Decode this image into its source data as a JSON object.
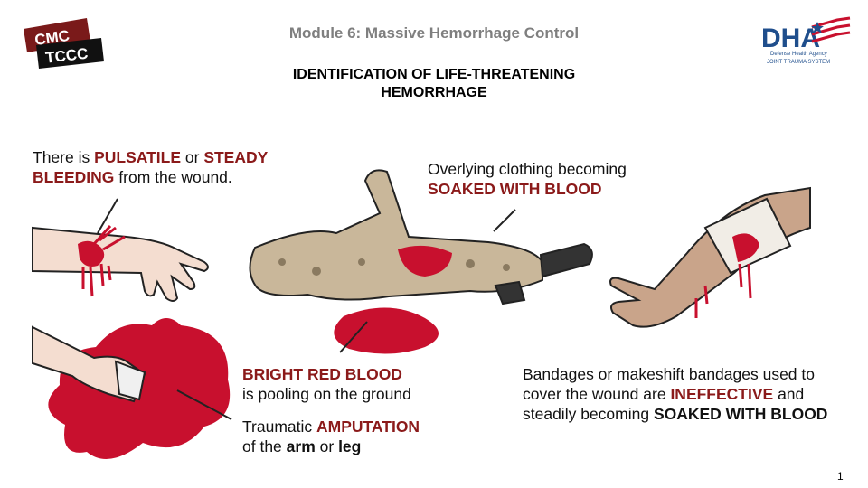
{
  "logos": {
    "cmc_line1": "CMC",
    "cmc_line2": "TCCC",
    "dha_letters": "DHA",
    "dha_sub1": "Defense Health Agency",
    "dha_sub2": "JOINT TRAUMA SYSTEM"
  },
  "header": {
    "module_title": "Module 6: Massive Hemorrhage Control",
    "slide_title_line1": "IDENTIFICATION OF LIFE-THREATENING",
    "slide_title_line2": "HEMORRHAGE"
  },
  "captions": {
    "pulsatile": {
      "t1": "There is ",
      "h1": "PULSATILE",
      "t2": " or ",
      "h2": "STEADY BLEEDING",
      "t3": " from the wound."
    },
    "clothing": {
      "t1": "Overlying clothing becoming",
      "h1": "SOAKED WITH BLOOD"
    },
    "pool": {
      "h1": "BRIGHT RED BLOOD",
      "t1": "is pooling on the ground"
    },
    "amputation": {
      "t1": "Traumatic ",
      "h1": "AMPUTATION",
      "t2": "of the ",
      "b1": "arm",
      "t3": " or ",
      "b2": "leg"
    },
    "bandage": {
      "t1": "Bandages or makeshift bandages used to cover the wound are ",
      "h1": "INEFFECTIVE",
      "t2": " and steadily becoming ",
      "b1": "SOAKED WITH BLOOD"
    }
  },
  "footer": {
    "page_number": "1"
  },
  "colors": {
    "accent_red": "#8b1a1a",
    "blood": "#c8102e",
    "skin": "#f4ddd0",
    "camo": "#c9b79a"
  }
}
